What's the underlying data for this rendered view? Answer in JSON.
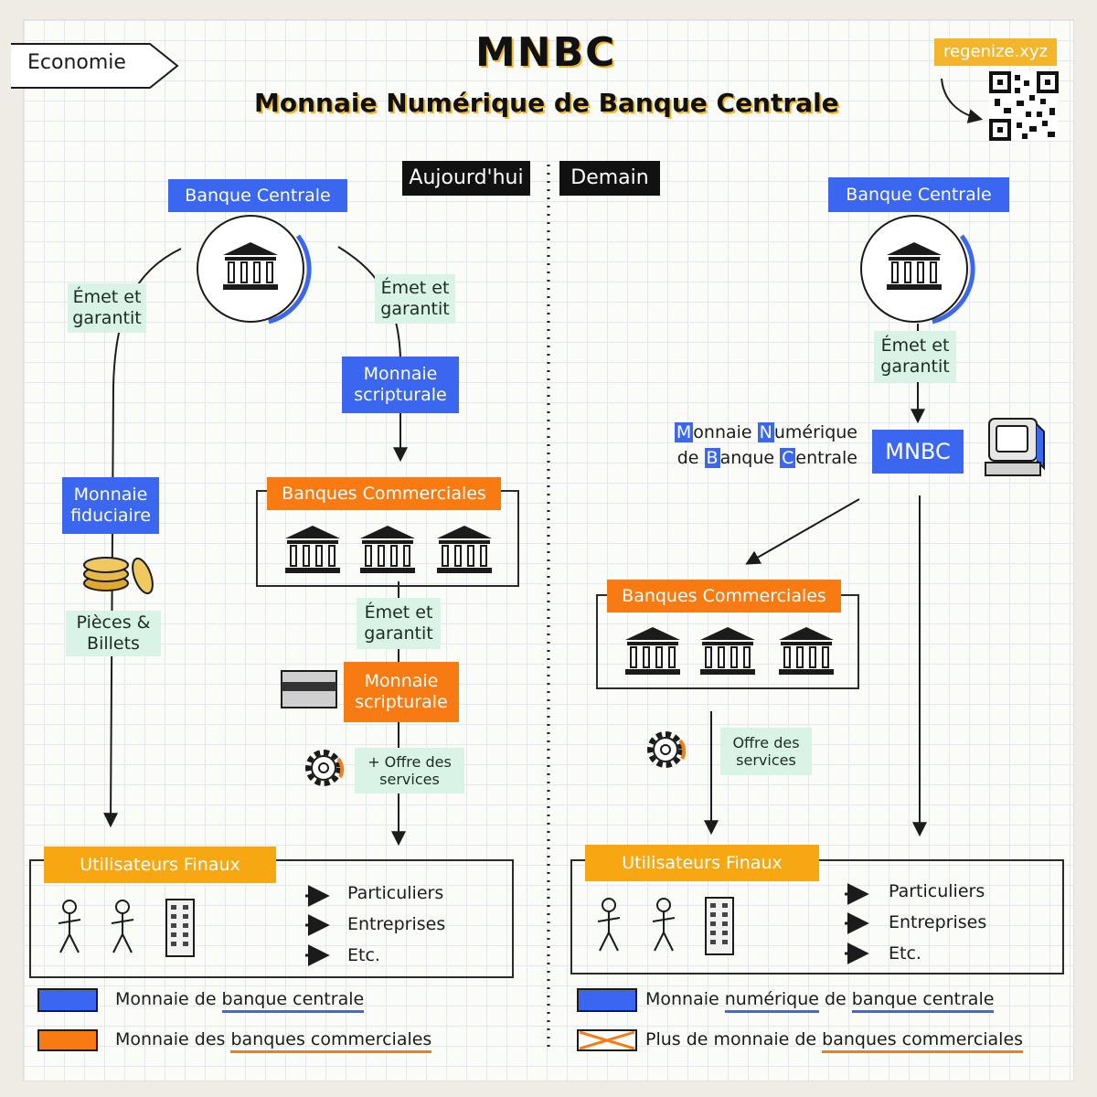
{
  "header": {
    "category": "Economie",
    "title": "MNBC",
    "subtitle": "Monnaie Numérique de Banque Centrale",
    "brand": "regenize.xyz"
  },
  "left": {
    "period": "Aujourd'hui",
    "central_bank": "Banque Centrale",
    "emit_left": "Émet et garantit",
    "emit_right": "Émet et garantit",
    "scriptural_central": "Monnaie scripturale",
    "fiduciary": "Monnaie fiduciaire",
    "coins_notes": "Pièces & Billets",
    "commercial_banks": "Banques Commerciales",
    "emit_commercial": "Émet et garantit",
    "scriptural_commercial": "Monnaie scripturale",
    "services": "+ Offre des services",
    "end_users": "Utilisateurs Finaux",
    "user_types": [
      "Particuliers",
      "Entreprises",
      "Etc."
    ]
  },
  "right": {
    "period": "Demain",
    "central_bank": "Banque Centrale",
    "emit": "Émet et garantit",
    "mnbc_label": "MNBC",
    "mnbc_line1_parts": [
      "M",
      "onnaie ",
      "N",
      "umérique"
    ],
    "mnbc_line2_parts": [
      "de ",
      "B",
      "anque ",
      "C",
      "entrale"
    ],
    "commercial_banks": "Banques Commerciales",
    "services": "Offre des services",
    "end_users": "Utilisateurs Finaux",
    "user_types": [
      "Particuliers",
      "Entreprises",
      "Etc."
    ]
  },
  "legend_left": {
    "blue": {
      "prefix": "Monnaie de ",
      "underlined": "banque centrale"
    },
    "orange": {
      "prefix": "Monnaie des ",
      "underlined": "banques commerciales"
    }
  },
  "legend_right": {
    "blue": {
      "prefix": "Monnaie ",
      "u1": "numérique",
      "mid": " de ",
      "u2": "banque centrale"
    },
    "orange": {
      "prefix": "Plus de monnaie de ",
      "underlined": "banques commerciales"
    }
  },
  "colors": {
    "central_bank_blue": "#3a66f0",
    "commercial_orange": "#f77b12",
    "annotation_mint": "#d9f3e6",
    "title_highlight": "#f3b52b"
  },
  "icons": [
    "bank-icon",
    "coins-icon",
    "card-icon",
    "gear-icon",
    "computer-icon",
    "person-icon",
    "building-icon",
    "qr-code-icon"
  ]
}
